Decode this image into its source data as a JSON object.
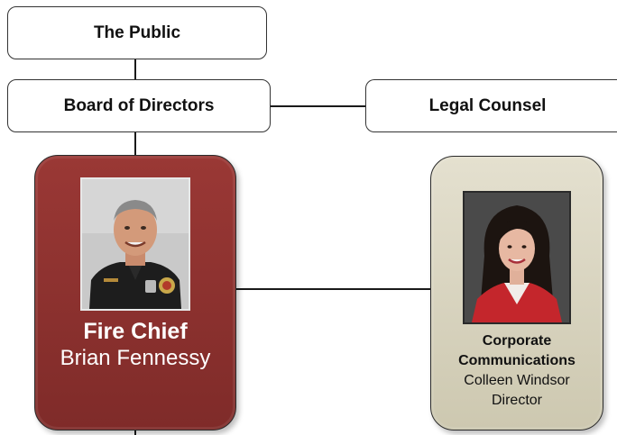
{
  "org_chart": {
    "public": {
      "label": "The Public"
    },
    "board": {
      "label": "Board of Directors"
    },
    "legal": {
      "label": "Legal Counsel"
    },
    "fire_chief": {
      "title": "Fire Chief",
      "name": "Brian Fennessy"
    },
    "communications": {
      "title_line1": "Corporate",
      "title_line2": "Communications",
      "name": "Colleen Windsor",
      "role": "Director"
    }
  },
  "colors": {
    "fire_chief_card": "#8c312f",
    "communications_card": "#d9d5c0",
    "box_border": "#333333",
    "connector": "#1a1a1a"
  }
}
